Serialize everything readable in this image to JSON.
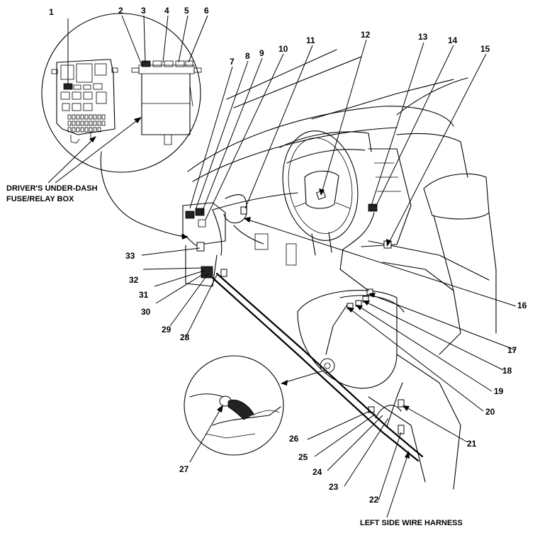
{
  "callouts": [
    "1",
    "2",
    "3",
    "4",
    "5",
    "6",
    "7",
    "8",
    "9",
    "10",
    "11",
    "12",
    "13",
    "14",
    "15",
    "16",
    "17",
    "18",
    "19",
    "20",
    "21",
    "22",
    "23",
    "24",
    "25",
    "26",
    "27",
    "28",
    "29",
    "30",
    "31",
    "32",
    "33"
  ],
  "captions": {
    "fuse_box_line1": "DRIVER'S UNDER-DASH",
    "fuse_box_line2": "FUSE/RELAY BOX",
    "harness": "LEFT SIDE WIRE HARNESS"
  }
}
